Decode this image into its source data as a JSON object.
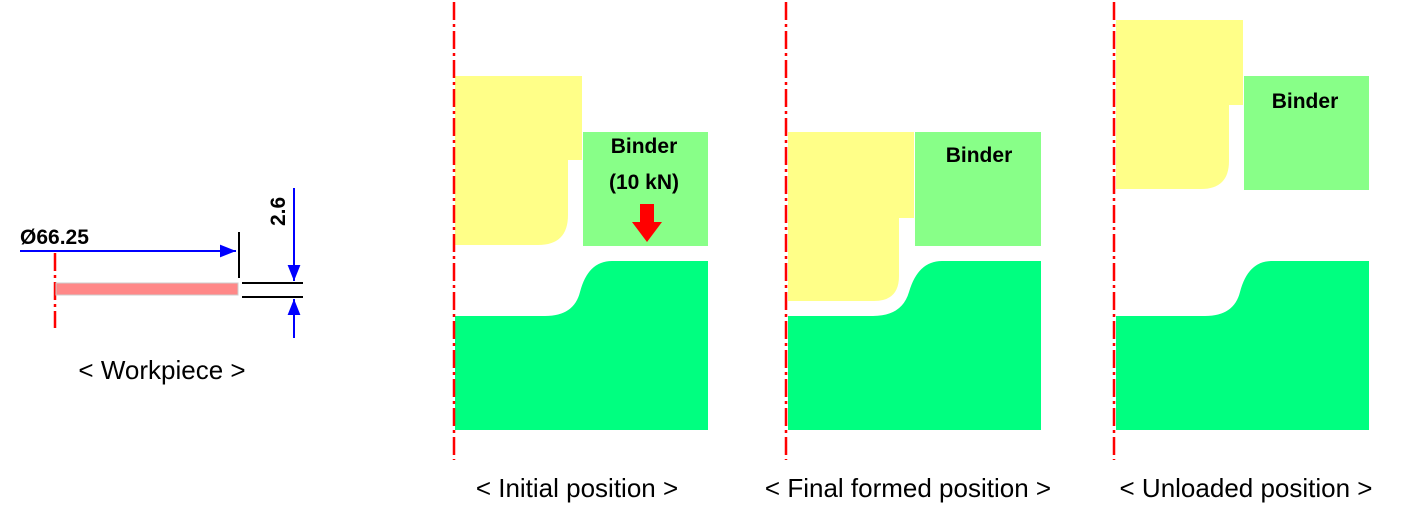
{
  "colors": {
    "punch": "#ffff88",
    "binder": "#88ff88",
    "die": "#00ff80",
    "workpiece": "#ff8888",
    "centerline": "#ff0000",
    "dimension": "#0000ff",
    "arrow": "#ff0000"
  },
  "workpiece": {
    "caption": "< Workpiece >",
    "diameter_label": "Ø66.25",
    "thickness_label": "2.6"
  },
  "panels": [
    {
      "id": "initial",
      "caption": "< Initial position >",
      "binder_label": "Binder",
      "binder_force": "(10 kN)"
    },
    {
      "id": "final",
      "caption": "< Final formed position >",
      "binder_label": "Binder"
    },
    {
      "id": "unloaded",
      "caption": "< Unloaded position >",
      "binder_label": "Binder"
    }
  ]
}
